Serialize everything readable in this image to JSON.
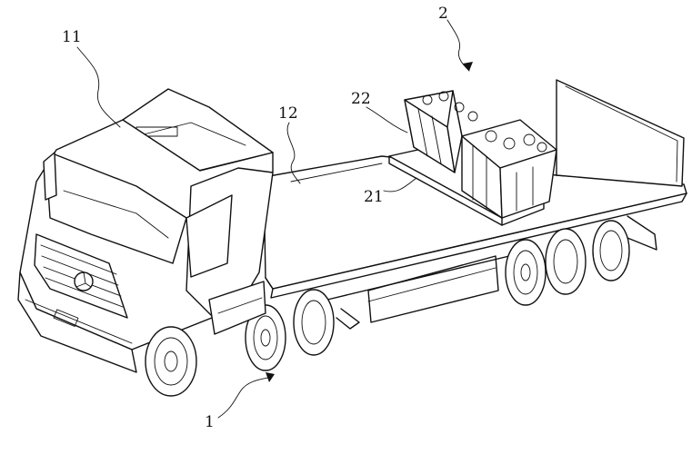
{
  "labels": {
    "assembly": "1",
    "tractor": "11",
    "trailer": "12",
    "module": "2",
    "base": "21",
    "cabinet": "22"
  }
}
